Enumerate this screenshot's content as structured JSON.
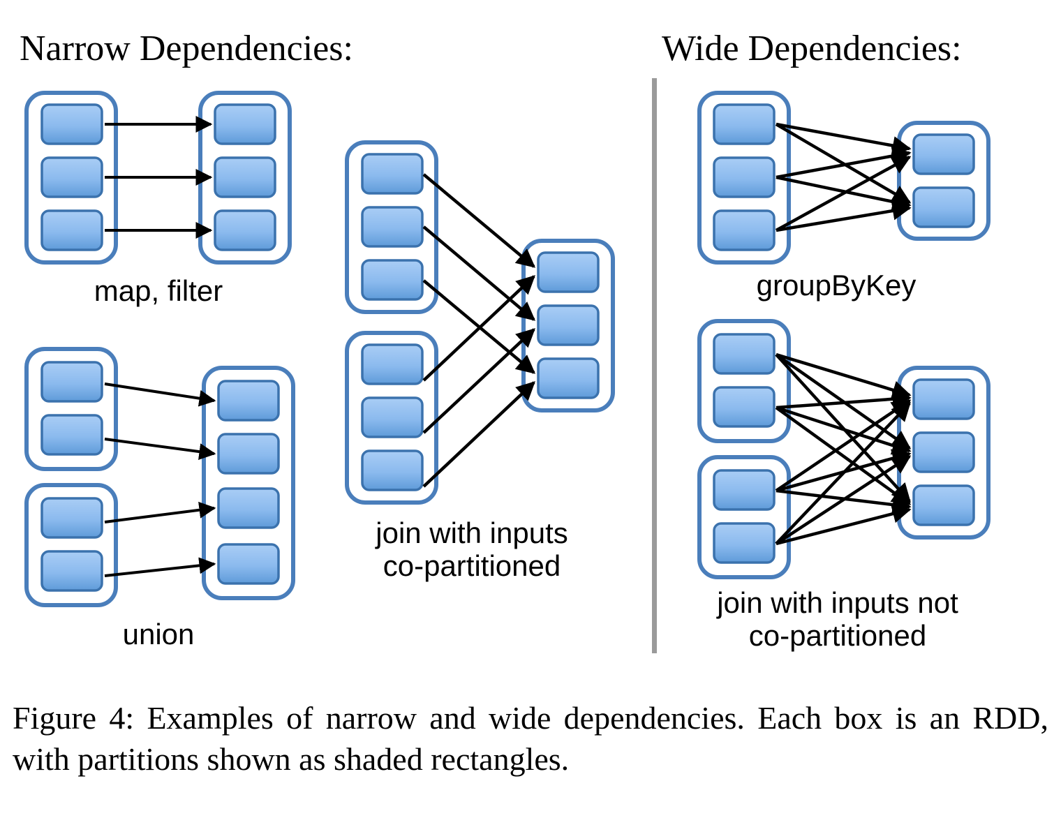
{
  "figure": {
    "caption": "Figure 4: Examples of narrow and wide dependencies. Each box is an RDD, with partitions shown as shaded rectangles.",
    "divider": "vertical-rule"
  },
  "colors": {
    "rdd_border": "#4a7ebb",
    "partition_border": "#3b72ad",
    "partition_fill_top": "#a3c9f2",
    "partition_fill_bottom": "#5f9bd9",
    "arrow": "#000000",
    "divider": "#9a9a9a",
    "background": "#ffffff",
    "text": "#000000"
  },
  "sections": {
    "narrow": {
      "title": "Narrow Dependencies:",
      "examples": [
        {
          "id": "map-filter",
          "label": "map, filter",
          "source_rdds": [
            {
              "partitions": 3
            }
          ],
          "target_rdds": [
            {
              "partitions": 3
            }
          ],
          "edges": "one-to-one"
        },
        {
          "id": "union",
          "label": "union",
          "source_rdds": [
            {
              "partitions": 2
            },
            {
              "partitions": 2
            }
          ],
          "target_rdds": [
            {
              "partitions": 4
            }
          ],
          "edges": "one-to-one"
        },
        {
          "id": "join-co-partitioned",
          "label": "join with inputs\nco-partitioned",
          "source_rdds": [
            {
              "partitions": 3
            },
            {
              "partitions": 3
            }
          ],
          "target_rdds": [
            {
              "partitions": 3
            }
          ],
          "edges": "pairwise-matching"
        }
      ]
    },
    "wide": {
      "title": "Wide Dependencies:",
      "examples": [
        {
          "id": "groupbykey",
          "label": "groupByKey",
          "source_rdds": [
            {
              "partitions": 3
            }
          ],
          "target_rdds": [
            {
              "partitions": 2
            }
          ],
          "edges": "all-to-all"
        },
        {
          "id": "join-not-co-partitioned",
          "label": "join with inputs not\nco-partitioned",
          "source_rdds": [
            {
              "partitions": 2
            },
            {
              "partitions": 2
            }
          ],
          "target_rdds": [
            {
              "partitions": 3
            }
          ],
          "edges": "all-to-all"
        }
      ]
    }
  }
}
